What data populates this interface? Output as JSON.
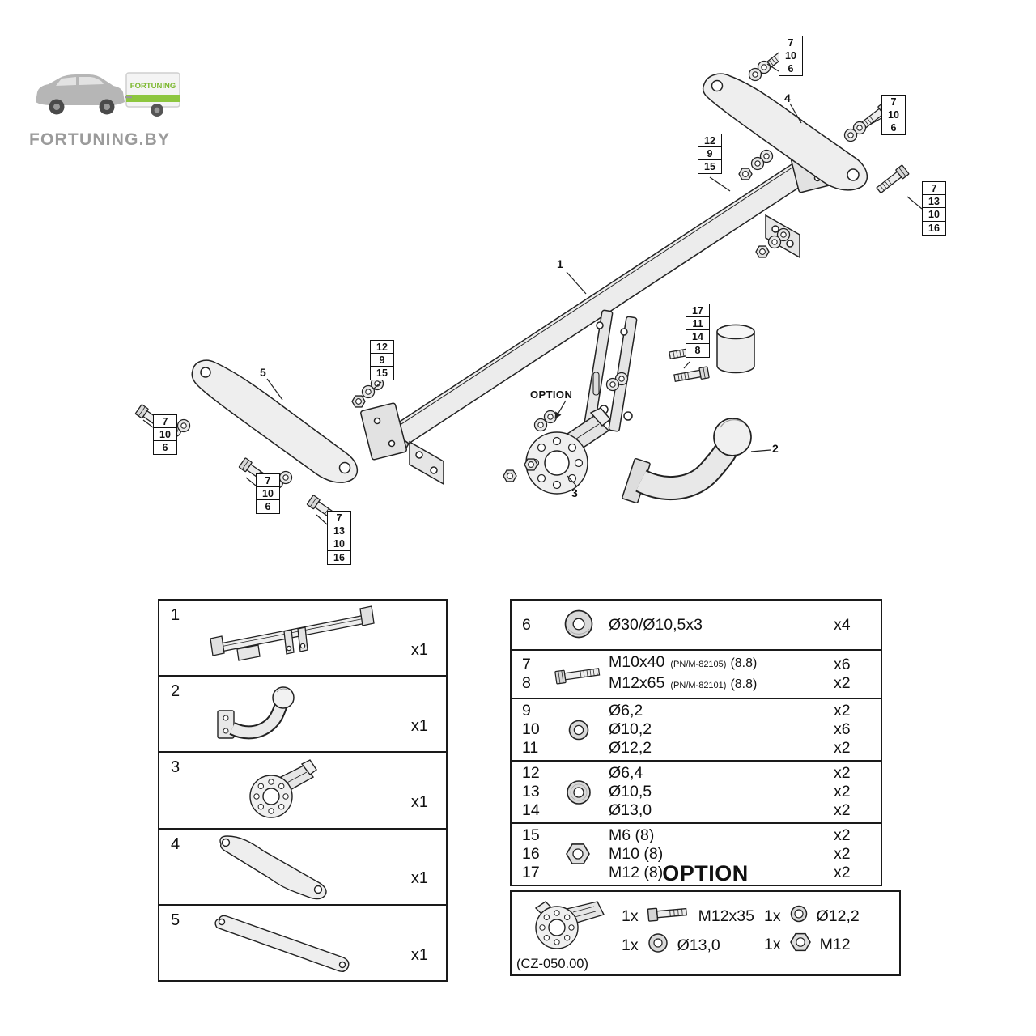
{
  "logo": {
    "brand": "FORTUNING.BY",
    "trailer_text": "FORTUNING"
  },
  "diagram": {
    "part_labels": {
      "1": "1",
      "2": "2",
      "3": "3",
      "4": "4",
      "5": "5"
    },
    "option_label": "OPTION",
    "callouts": [
      {
        "items": [
          "7",
          "10",
          "6"
        ]
      },
      {
        "items": [
          "7",
          "10",
          "6"
        ]
      },
      {
        "items": [
          "12",
          "9",
          "15"
        ]
      },
      {
        "items": [
          "7",
          "13",
          "10",
          "16"
        ]
      },
      {
        "items": [
          "17",
          "11",
          "14",
          "8"
        ]
      },
      {
        "items": [
          "12",
          "9",
          "15"
        ]
      },
      {
        "items": [
          "7",
          "10",
          "6"
        ]
      },
      {
        "items": [
          "7",
          "10",
          "6"
        ]
      },
      {
        "items": [
          "7",
          "13",
          "10",
          "16"
        ]
      }
    ]
  },
  "parts_table": {
    "rows": [
      {
        "num": "1",
        "qty": "x1"
      },
      {
        "num": "2",
        "qty": "x1"
      },
      {
        "num": "3",
        "qty": "x1"
      },
      {
        "num": "4",
        "qty": "x1"
      },
      {
        "num": "5",
        "qty": "x1"
      }
    ]
  },
  "hardware_table": {
    "groups": [
      {
        "icon": "washer-large-icon",
        "rows": [
          {
            "num": "6",
            "desc": "Ø30/Ø10,5x3",
            "qty": "x4"
          }
        ]
      },
      {
        "icon": "bolt-icon",
        "rows": [
          {
            "num": "7",
            "desc": "M10x40",
            "note": "(PN/M-82105)",
            "grade": "(8.8)",
            "qty": "x6"
          },
          {
            "num": "8",
            "desc": "M12x65",
            "note": "(PN/M-82101)",
            "grade": "(8.8)",
            "qty": "x2"
          }
        ]
      },
      {
        "icon": "washer-small-icon",
        "rows": [
          {
            "num": "9",
            "desc": "Ø6,2",
            "qty": "x2"
          },
          {
            "num": "10",
            "desc": "Ø10,2",
            "qty": "x6"
          },
          {
            "num": "11",
            "desc": "Ø12,2",
            "qty": "x2"
          }
        ]
      },
      {
        "icon": "washer-medium-icon",
        "rows": [
          {
            "num": "12",
            "desc": "Ø6,4",
            "qty": "x2"
          },
          {
            "num": "13",
            "desc": "Ø10,5",
            "qty": "x2"
          },
          {
            "num": "14",
            "desc": "Ø13,0",
            "qty": "x2"
          }
        ]
      },
      {
        "icon": "nut-icon",
        "rows": [
          {
            "num": "15",
            "desc": "M6 (8)",
            "qty": "x2"
          },
          {
            "num": "16",
            "desc": "M10 (8)",
            "qty": "x2"
          },
          {
            "num": "17",
            "desc": "M12 (8)",
            "qty": "x2"
          }
        ]
      }
    ]
  },
  "option_section": {
    "title": "OPTION",
    "code": "(CZ-050.00)",
    "items": [
      {
        "qty": "1x",
        "desc": "M12x35",
        "icon": "bolt-icon"
      },
      {
        "qty": "1x",
        "desc": "Ø13,0",
        "icon": "washer-medium-icon"
      },
      {
        "qty": "1x",
        "desc": "Ø12,2",
        "icon": "washer-small-icon"
      },
      {
        "qty": "1x",
        "desc": "M12",
        "icon": "nut-icon"
      }
    ]
  }
}
